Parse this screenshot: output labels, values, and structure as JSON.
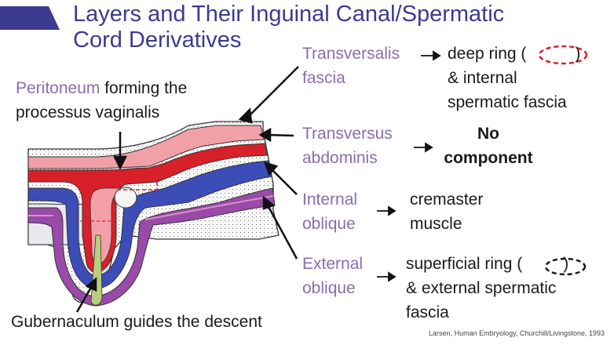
{
  "title": {
    "line1": "Layers and Their Inguinal Canal/Spermatic",
    "line2": "Cord Derivatives"
  },
  "peritoneum_label": {
    "highlight": "Peritoneum",
    "rest_line1": " forming the",
    "line2": "processus vaginalis"
  },
  "gubernaculum_label": "Gubernaculum guides the descent",
  "layers": [
    {
      "name_line1": "Transversalis",
      "name_line2": "fascia",
      "derivative_line1": "deep ring (",
      "derivative_line1_end": ")",
      "derivative_line2": "& internal",
      "derivative_line3": "spermatic fascia"
    },
    {
      "name_line1": "Transversus",
      "name_line2": "abdominis",
      "derivative_line1": "No",
      "derivative_line2": "component"
    },
    {
      "name_line1": "Internal",
      "name_line2": "oblique",
      "derivative_line1": "cremaster",
      "derivative_line2": "muscle"
    },
    {
      "name_line1": "External",
      "name_line2": "oblique",
      "derivative_line1": "superficial ring (",
      "derivative_line1_end": ")",
      "derivative_line2": "& external spermatic",
      "derivative_line3": "fascia"
    }
  ],
  "credit": "Larsen, Human Embryology, Churchill/Livingstone, 1993",
  "colors": {
    "title": "#3b3b8f",
    "layer_name": "#8a6db0",
    "peritoneum": "#8a6db0",
    "red_layer": "#d8202a",
    "pink_layer": "#f2a0a8",
    "blue_layer": "#3d4db8",
    "purple_layer": "#9a4aa8",
    "gubernaculum": "#b8d07a",
    "deep_ring_marker": "#d8202a",
    "superficial_ring_marker": "#1a1a1a"
  }
}
